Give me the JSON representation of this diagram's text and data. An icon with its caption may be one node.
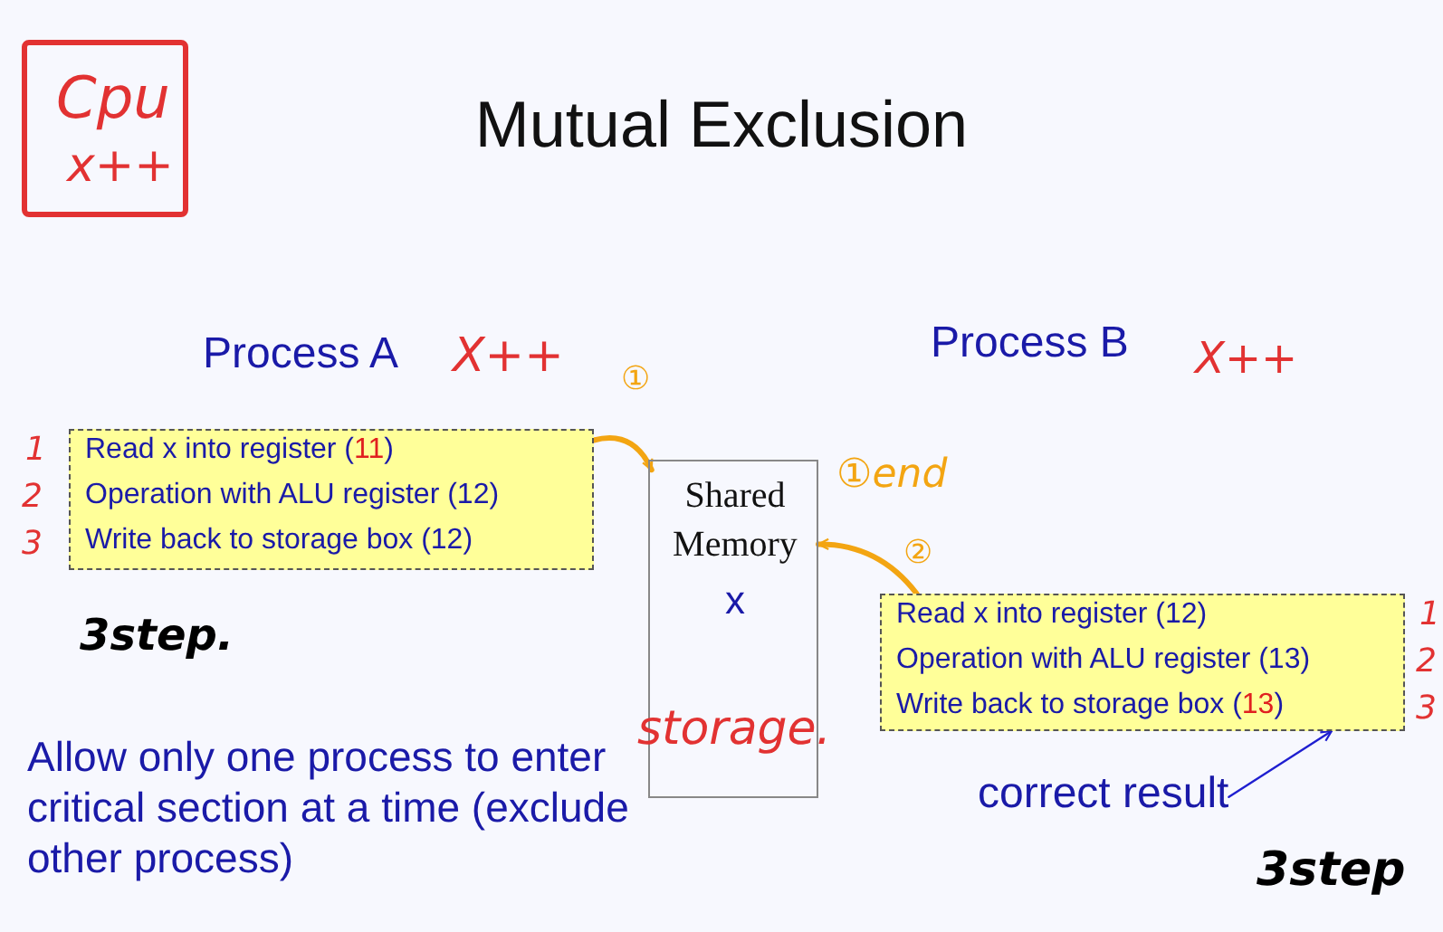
{
  "diagram": {
    "title": "Mutual Exclusion",
    "nodes": [
      {
        "text": [
          "Cpu",
          "x++"
        ]
      },
      {
        "text": [
          "Read x into register (**11**)",
          "Operation with ALU register (12)",
          "Write back to storage box (12)"
        ],
        "beside": [
          "1",
          "2",
          "3"
        ]
      },
      {
        "text": [
          "Shared Memory",
          "x"
        ]
      },
      {
        "text": [
          "Read x into register (12)",
          "Operation with ALU register (13)",
          "Write back to storage box (**13**)"
        ],
        "beside": [
          "1",
          "2",
          "3"
        ]
      },
      {
        "text": [
          "correct result"
        ]
      }
    ],
    "edges": [
      {
        "from": 1,
        "to": 2,
        "arrow": "to",
        "label": "①"
      },
      {
        "from": 3,
        "to": 2,
        "arrow": "to",
        "label": "②"
      },
      {
        "from": 4,
        "to": 3,
        "arrow": "to",
        "color": "#1f1fd0"
      }
    ],
    "labels": [
      "Process A",
      "X++",
      "Process B",
      "X++",
      "①end",
      "3step.",
      "storage.",
      "3step",
      "Allow only one process to enter critical section at a time (exclude other process)"
    ]
  }
}
